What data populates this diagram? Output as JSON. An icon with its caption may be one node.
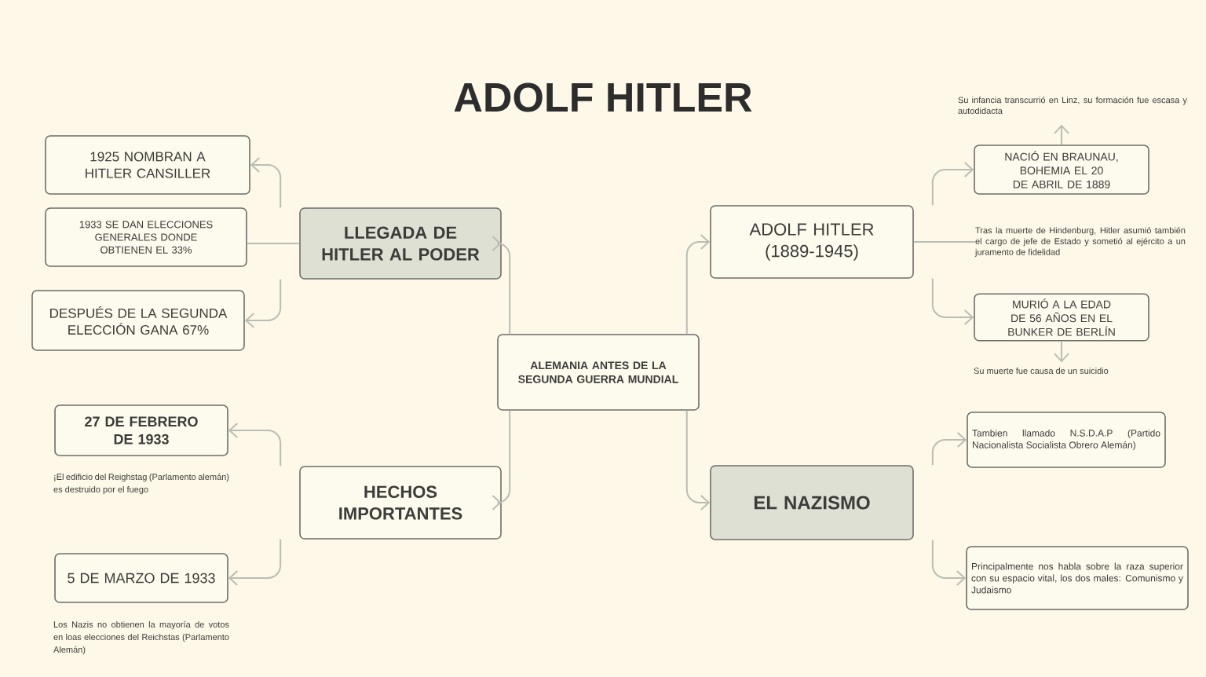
{
  "diagram": {
    "title": "ADOLF HITLER",
    "nodes": [
      {
        "text": [
          "ALEMANIA ANTES DE LA SEGUNDA GUERRA MUNDIAL"
        ]
      },
      {
        "text": [
          "LLEGADA DE HITLER AL PODER"
        ]
      },
      {
        "text": [
          "1925 NOMBRAN A HITLER CANSILLER"
        ]
      },
      {
        "text": [
          "1933 SE DAN ELECCIONES GENERALES DONDE OBTIENEN EL 33%"
        ]
      },
      {
        "text": [
          "DESPUÉS DE LA SEGUNDA ELECCIÓN GANA 67%"
        ]
      },
      {
        "text": [
          "HECHOS IMPORTANTES"
        ]
      },
      {
        "text": [
          "27 DE FEBRERO DE 1933"
        ],
        "beside": [
          "¡El edificio del Reighstag (Parlamento alemán) es destruido por el fuego"
        ]
      },
      {
        "text": [
          "5 DE MARZO DE 1933"
        ],
        "beside": [
          "Los Nazis no obtienen la mayoría de votos en loas elecciones del Reichstas (Parlamento Alemán)"
        ]
      },
      {
        "text": [
          "ADOLF HITLER (1889-1945)"
        ]
      },
      {
        "text": [
          "NACIÓ EN BRAUNAU, BOHEMIA EL 20 DE ABRIL DE 1889"
        ]
      },
      {
        "text": [
          "Su infancia transcurrió en Linz, su formación fue escasa y autodidacta"
        ]
      },
      {
        "text": [
          "Tras la muerte de Hindenburg, Hitler asumió también el cargo de jefe de Estado y sometió al ejército a un juramento de fidelidad"
        ]
      },
      {
        "text": [
          "MURIÓ A LA EDAD DE 56 AÑOS EN EL BUNKER DE BERLÍN"
        ]
      },
      {
        "text": [
          "Su muerte fue causa de un suicidio"
        ]
      },
      {
        "text": [
          "EL NAZISMO"
        ]
      },
      {
        "text": [
          "Tambien llamado N.S.D.A.P (Partido Nacionalista Socialista Obrero Alemán)"
        ]
      },
      {
        "text": [
          "Principalmente nos habla sobre la raza superior con su espacio vital, los dos males: Comunismo y Judaismo"
        ]
      }
    ],
    "edges": [
      {
        "from": 0,
        "to": 1,
        "arrow": "to"
      },
      {
        "from": 0,
        "to": 5,
        "arrow": "to"
      },
      {
        "from": 0,
        "to": 8,
        "arrow": "to"
      },
      {
        "from": 0,
        "to": 14,
        "arrow": "to"
      },
      {
        "from": 1,
        "to": 2,
        "arrow": "to"
      },
      {
        "from": 1,
        "to": 3,
        "arrow": "none"
      },
      {
        "from": 1,
        "to": 4,
        "arrow": "to"
      },
      {
        "from": 5,
        "to": 6,
        "arrow": "to"
      },
      {
        "from": 5,
        "to": 7,
        "arrow": "to"
      },
      {
        "from": 8,
        "to": 9,
        "arrow": "to"
      },
      {
        "from": 8,
        "to": 11,
        "arrow": "none"
      },
      {
        "from": 8,
        "to": 12,
        "arrow": "to"
      },
      {
        "from": 9,
        "to": 10,
        "arrow": "to"
      },
      {
        "from": 12,
        "to": 13,
        "arrow": "to"
      },
      {
        "from": 14,
        "to": 15,
        "arrow": "to"
      },
      {
        "from": 14,
        "to": 16,
        "arrow": "to"
      }
    ]
  }
}
